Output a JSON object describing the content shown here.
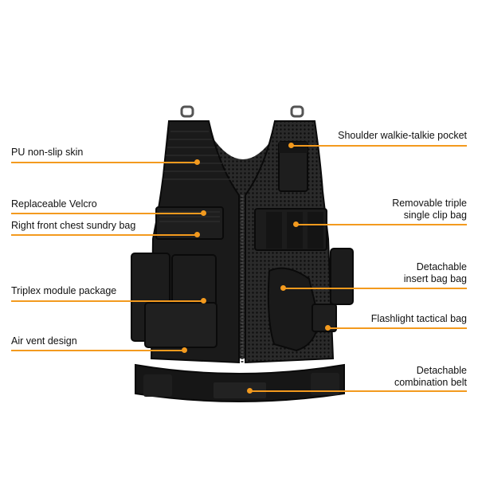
{
  "colors": {
    "accent": "#f39a1e",
    "vest": "#1a1a1a",
    "background": "#ffffff"
  },
  "subject": "black tactical vest",
  "callouts": [
    {
      "id": "pu-skin",
      "text": "PU non-slip skin"
    },
    {
      "id": "velcro",
      "text": "Replaceable Velcro"
    },
    {
      "id": "sundry-bag",
      "text": "Right front chest sundry bag"
    },
    {
      "id": "triplex",
      "text": "Triplex module package"
    },
    {
      "id": "air-vent",
      "text": "Air vent design"
    },
    {
      "id": "walkie",
      "text": "Shoulder walkie-talkie pocket"
    },
    {
      "id": "clip-bag-1",
      "text": "Removable triple"
    },
    {
      "id": "clip-bag-2",
      "text": "single clip bag"
    },
    {
      "id": "insert-bag-1",
      "text": "Detachable"
    },
    {
      "id": "insert-bag-2",
      "text": "insert bag bag"
    },
    {
      "id": "flashlight",
      "text": "Flashlight tactical bag"
    },
    {
      "id": "belt-1",
      "text": "Detachable"
    },
    {
      "id": "belt-2",
      "text": "combination belt"
    }
  ]
}
